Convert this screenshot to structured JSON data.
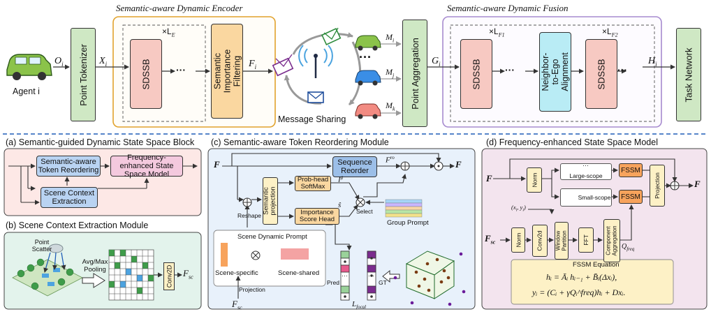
{
  "top": {
    "encoder_title": "Semantic-aware Dynamic Encoder",
    "fusion_title": "Semantic-aware Dynamic Fusion",
    "agent_label": "Agent i",
    "point_tokenizer": "Point Tokenizer",
    "sdssb": "SDSSB",
    "x_le": "×L",
    "le_sub": "E",
    "x_lf1": "×L",
    "lf1_sub": "F1",
    "x_lf2": "×L",
    "lf2_sub": "F2",
    "sem_filter": "Semantic Importance Filtering",
    "message_sharing": "Message Sharing",
    "point_aggregation": "Point Aggregation",
    "n2e": "Neighbor-to-Ego Alignment",
    "task_network": "Task Network",
    "sym_Oi": "O",
    "sym_Xi": "X",
    "sym_Fi": "F",
    "sym_Gi": "G",
    "sym_Hi": "H",
    "sym_i": "i",
    "sym_Mi": "M",
    "sym_Mj": "M",
    "sym_Mk": "M",
    "sub_i": "i",
    "sub_j": "j",
    "sub_k": "k",
    "ellipsis": "…",
    "dots": "···"
  },
  "panel_a": {
    "title": "(a) Semantic-guided Dynamic State Space Block",
    "token_reorder": "Semantic-aware Token Reordering",
    "freq_ssm": "Frequency-enhanced State Space Model",
    "scene_ctx": "Scene Context Extraction"
  },
  "panel_b": {
    "title": "(b) Scene Context Extraction Module",
    "point_scatter": "Point Scatter",
    "pooling": "Avg/Max Pooling",
    "conv2d": "Conv2D",
    "fsc": "F",
    "fsc_sub": "sc"
  },
  "panel_c": {
    "title": "(c) Semantic-aware Token Reordering Module",
    "F": "F",
    "seq_reorder": "Sequence Reorder",
    "fro": "F",
    "fro_sup": "ro",
    "semantic_projection": "Semantic projection",
    "prob_head": "Prob-head SoftMax",
    "ig": "I",
    "ig_sup": "g",
    "importance_head": "Importance Score Head",
    "s_hat": "ŝ",
    "reshape": "Reshape",
    "select": "Select",
    "group_prompt": "Group Prompt",
    "scene_dyn_prompt": "Scene Dynamic Prompt",
    "scene_specific": "Scene-specific",
    "scene_shared": "Scene-shared",
    "projection": "Projection",
    "fsc": "F",
    "fsc_sub": "sc",
    "pred": "Pred",
    "gt": "GT",
    "lfocal": "L",
    "lfocal_sub": "focal",
    "dots": "···"
  },
  "panel_d": {
    "title": "(d) Frequency-enhanced  State Space Model",
    "F": "F",
    "norm": "Norm",
    "large_scope": "Large-scope",
    "small_scope": "Small-scope",
    "fssm": "FSSM",
    "projection": "Projection",
    "xy": "(x",
    "xy_tail": ", y",
    "xy_end": ")",
    "fsc": "F",
    "fsc_sub": "sc",
    "conv2d": "Conv2d",
    "window_partition": "Window Partition",
    "fft": "FFT",
    "component_agg": "Component Aggregation",
    "qfreq": "Q",
    "qfreq_sub": "freq",
    "eq_title": "FSSM Equation",
    "eq1": "hᵢ = Āᵢ hᵢ₋₁ + B̄ᵢ(Δxᵢ),",
    "eq2": "yᵢ = (Cᵢ + γQᵢ^freq)hᵢ + Dxᵢ.",
    "dots": "···"
  },
  "colors": {
    "green_box": "#cfe8c4",
    "pink_box": "#f7c9c2",
    "orange_box": "#fad7a0",
    "cyan_box": "#b9ecf5",
    "blue_box": "#9cbfe8",
    "yellow_box": "#fdf1c6",
    "panel_pink": "#fde8e6",
    "panel_blue": "#e8f1fb",
    "panel_green": "#e3f3ec",
    "panel_purple": "#f3e4ee",
    "encoder_border": "#e1a22c",
    "fusion_border": "#a78bcf",
    "divider": "#1f5db8"
  }
}
